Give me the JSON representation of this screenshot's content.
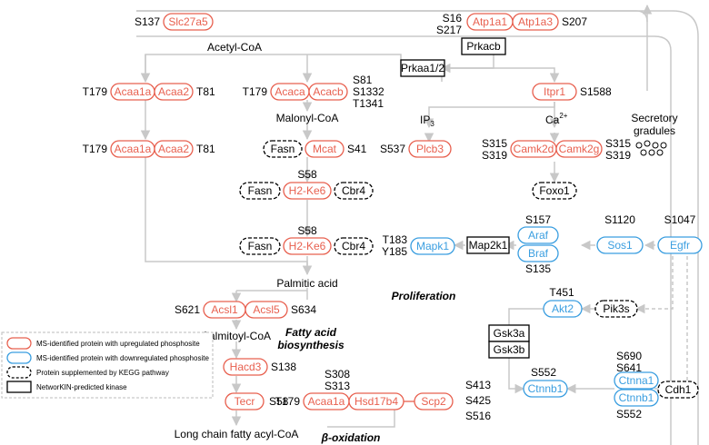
{
  "colors": {
    "upregulated": "#e8604f",
    "downregulated": "#3a9ee0",
    "kegg": "#000000",
    "kinase": "#000000",
    "arrow": "#c8c8c8"
  },
  "nodes": {
    "slc27a5": "Slc27a5",
    "atp1a1": "Atp1a1",
    "atp1a3": "Atp1a3",
    "prkacb": "Prkacb",
    "prkaa12": "Prkaa1/2",
    "acaa1a_1": "Acaa1a",
    "acaa2_1": "Acaa2",
    "acaca": "Acaca",
    "acacb": "Acacb",
    "itpr1": "Itpr1",
    "acaa1a_2": "Acaa1a",
    "acaa2_2": "Acaa2",
    "fasn_1": "Fasn",
    "mcat": "Mcat",
    "plcb3": "Plcb3",
    "camk2d": "Camk2d",
    "camk2g": "Camk2g",
    "fasn_2": "Fasn",
    "h2ke6_1": "H2-Ke6",
    "cbr4_1": "Cbr4",
    "foxo1": "Foxo1",
    "fasn_3": "Fasn",
    "h2ke6_2": "H2-Ke6",
    "cbr4_2": "Cbr4",
    "mapk1": "Mapk1",
    "map2k1": "Map2k1",
    "araf": "Araf",
    "braf": "Braf",
    "sos1": "Sos1",
    "egfr": "Egfr",
    "acsl1": "Acsl1",
    "acsl5": "Acsl5",
    "akt2": "Akt2",
    "pik3s": "Pik3s",
    "gsk3a": "Gsk3a",
    "gsk3b": "Gsk3b",
    "hacd3": "Hacd3",
    "tecr": "Tecr",
    "acaa1a_3": "Acaa1a",
    "hsd17b4": "Hsd17b4",
    "scp2": "Scp2",
    "ctnnb1_1": "Ctnnb1",
    "ctnna1": "Ctnna1",
    "ctnnb1_2": "Ctnnb1",
    "cdh1": "Cdh1"
  },
  "sites": {
    "s137": "S137",
    "s16": "S16",
    "s217": "S217",
    "s207": "S207",
    "t179_a": "T179",
    "t81_a": "T81",
    "t179_b": "T179",
    "s81": "S81",
    "s1332": "S1332",
    "t1341": "T1341",
    "s1588": "S1588",
    "t179_c": "T179",
    "t81_c": "T81",
    "s41": "S41",
    "s537": "S537",
    "s315_a": "S315",
    "s319_a": "S319",
    "s315_b": "S315",
    "s319_b": "S319",
    "s58_a": "S58",
    "s58_b": "S58",
    "t183": "T183",
    "y185": "Y185",
    "s157": "S157",
    "s135": "S135",
    "s1120": "S1120",
    "s1047": "S1047",
    "s621": "S621",
    "s634": "S634",
    "t451": "T451",
    "s138": "S138",
    "s58_c": "S58",
    "t179_d": "T179",
    "s308": "S308",
    "s313": "S313",
    "s413": "S413",
    "s425": "S425",
    "s516": "S516",
    "s552_a": "S552",
    "s690": "S690",
    "s641": "S641",
    "s552_b": "S552"
  },
  "metabolites": {
    "acetyl_coa": "Acetyl-CoA",
    "malonyl_coa": "Malonyl-CoA",
    "ip3": "IP",
    "ip3_sub": "3",
    "ca": "Ca",
    "ca_sup": "2+",
    "secretory_1": "Secretory",
    "secretory_2": "gradules",
    "palmitic_acid": "Palmitic acid",
    "palmitoyl_coa": "Palmitoyl-CoA",
    "long_chain": "Long chain fatty acyl-CoA"
  },
  "processes": {
    "proliferation": "Proliferation",
    "fatty_acid_1": "Fatty acid",
    "fatty_acid_2": "biosynthesis",
    "beta_oxidation": "β-oxidation"
  },
  "legend": {
    "up": "MS-identified protein with upregulated phosphosite",
    "down": "MS-identified protein with downregulated phosphosite",
    "kegg": "Protein supplemented by KEGG pathway",
    "kinase": "NetworKIN-predicted kinase"
  }
}
